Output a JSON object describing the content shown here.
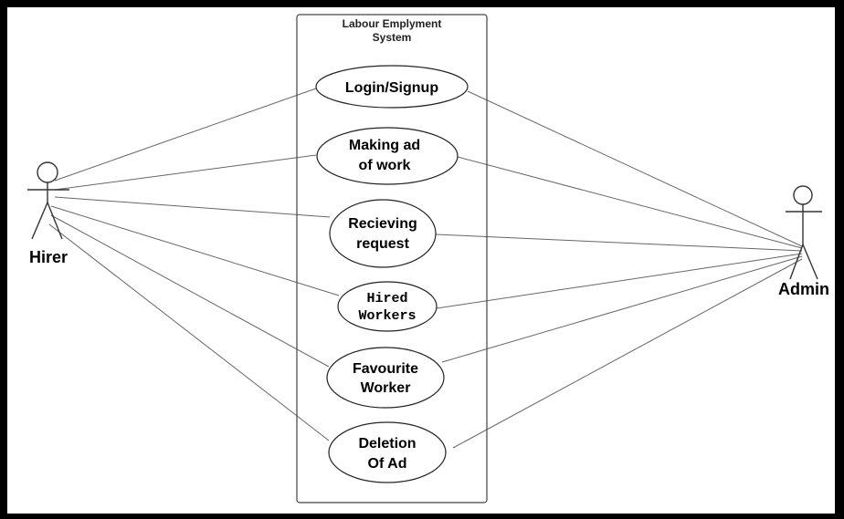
{
  "system": {
    "title_line1": "Labour Emplyment",
    "title_line2": "System"
  },
  "actors": {
    "hirer": {
      "name": "Hirer"
    },
    "admin": {
      "name": "Admin"
    }
  },
  "use_cases": [
    {
      "id": "login",
      "line1": "Login/Signup",
      "line2": ""
    },
    {
      "id": "making-ad",
      "line1": "Making ad",
      "line2": "of work"
    },
    {
      "id": "receiving-request",
      "line1": "Recieving",
      "line2": "request"
    },
    {
      "id": "hired-workers",
      "line1": "Hired",
      "line2": "Workers"
    },
    {
      "id": "favourite-worker",
      "line1": "Favourite",
      "line2": "Worker"
    },
    {
      "id": "deletion-ad",
      "line1": "Deletion",
      "line2": "Of Ad"
    }
  ],
  "colors": {
    "border": "#000000",
    "line": "#555555",
    "system_box": "#444444"
  }
}
